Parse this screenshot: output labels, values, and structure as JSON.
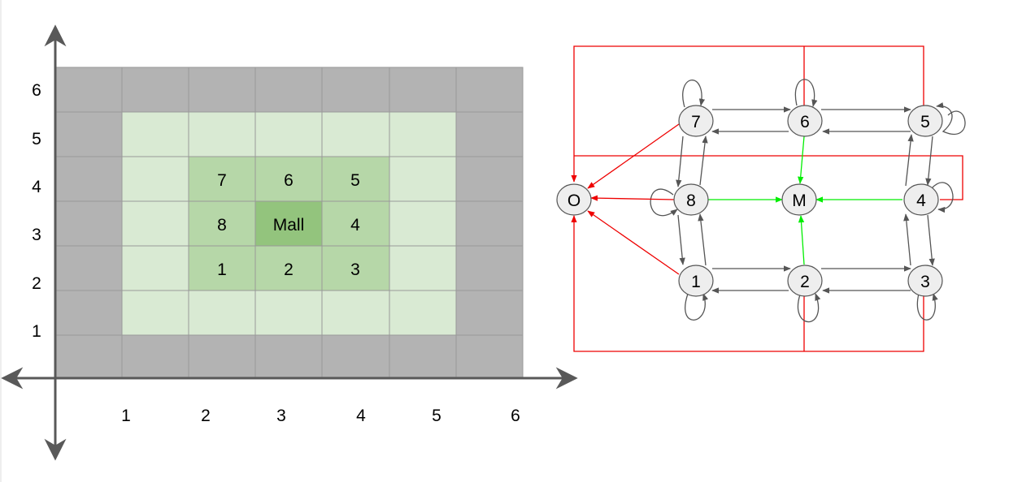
{
  "grid": {
    "x_ticks": [
      "1",
      "2",
      "3",
      "4",
      "5",
      "6"
    ],
    "y_ticks": [
      "1",
      "2",
      "3",
      "4",
      "5",
      "6"
    ],
    "cells": [
      {
        "label": "7"
      },
      {
        "label": "6"
      },
      {
        "label": "5"
      },
      {
        "label": "8"
      },
      {
        "label": "Mall"
      },
      {
        "label": "4"
      },
      {
        "label": "1"
      },
      {
        "label": "2"
      },
      {
        "label": "3"
      }
    ],
    "colors": {
      "outer": "#b3b3b3",
      "ring": "#d9ead3",
      "inner": "#b6d7a8",
      "center": "#93c47d",
      "gridline": "#999999",
      "axis": "#595959"
    }
  },
  "graph": {
    "nodes": [
      {
        "id": "O",
        "label": "O"
      },
      {
        "id": "M",
        "label": "M"
      },
      {
        "id": "1",
        "label": "1"
      },
      {
        "id": "2",
        "label": "2"
      },
      {
        "id": "3",
        "label": "3"
      },
      {
        "id": "4",
        "label": "4"
      },
      {
        "id": "5",
        "label": "5"
      },
      {
        "id": "6",
        "label": "6"
      },
      {
        "id": "7",
        "label": "7"
      },
      {
        "id": "8",
        "label": "8"
      }
    ],
    "colors": {
      "node_fill": "#eeeeee",
      "node_stroke": "#555555",
      "edge_gray": "#555555",
      "edge_green": "#00ee00",
      "edge_red": "#ee0000"
    }
  }
}
